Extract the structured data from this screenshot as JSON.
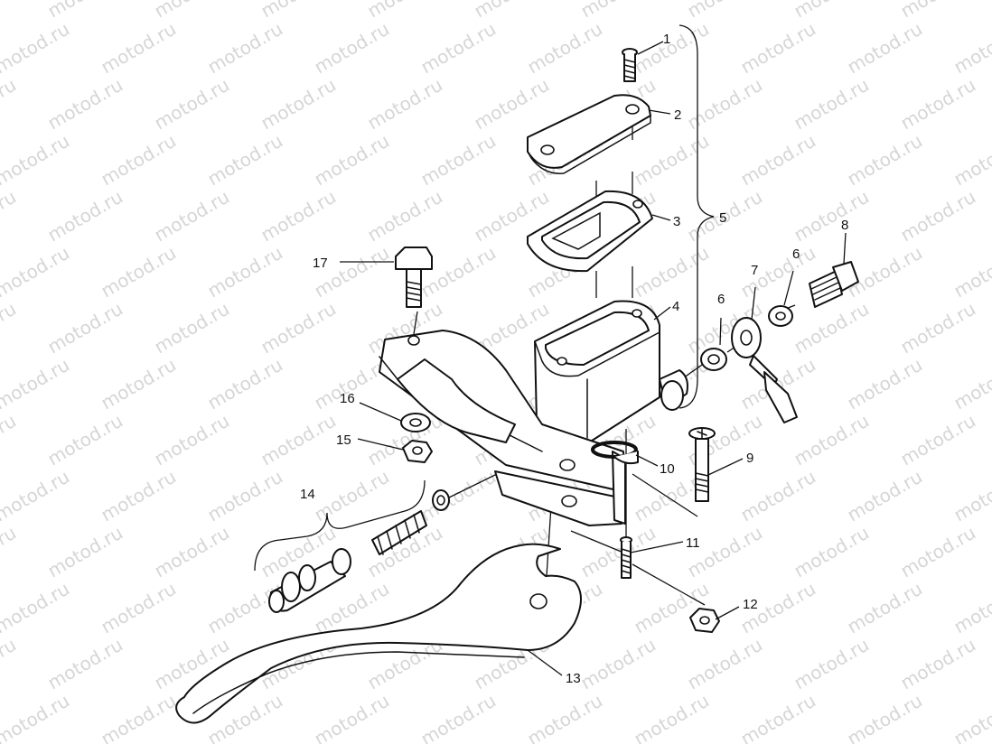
{
  "watermark": "motod.ru",
  "callouts": {
    "c1": "1",
    "c2": "2",
    "c3": "3",
    "c4": "4",
    "c5": "5",
    "c6a": "6",
    "c6b": "6",
    "c7": "7",
    "c8": "8",
    "c9": "9",
    "c10": "10",
    "c11": "11",
    "c12": "12",
    "c13": "13",
    "c14": "14",
    "c15": "15",
    "c16": "16",
    "c17": "17"
  }
}
